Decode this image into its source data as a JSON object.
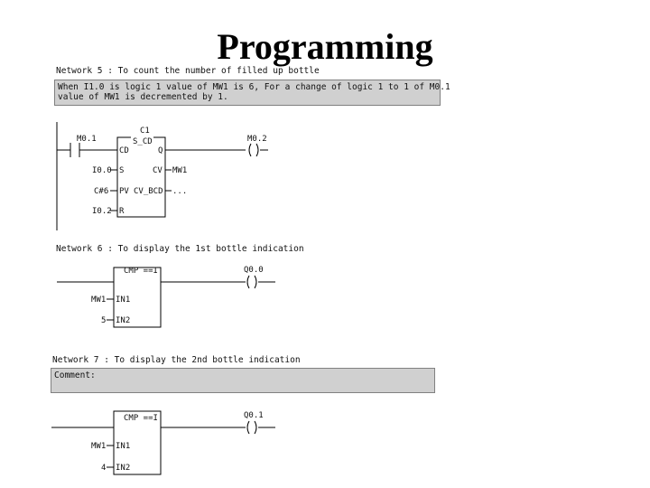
{
  "slide": {
    "title": "Programming"
  },
  "network5": {
    "header": "Network 5 : To count the number of filled up bottle",
    "comment_lines": [
      "When I1.0 is logic 1 value of MW1 is 6, For a change of logic 1 to 1 of M0.1",
      "value of MW1 is decremented by 1."
    ],
    "counter_name": "C1",
    "counter_type": "S_CD",
    "contact_address": "M0.1",
    "pin_cd": "CD",
    "pin_s": "S",
    "pin_pv": "PV",
    "pin_r": "R",
    "pin_q": "Q",
    "pin_cv": "CV",
    "pin_cv_bcd": "CV_BCD",
    "input_s": "I0.0",
    "input_pv": "C#6",
    "input_r": "I0.2",
    "output_cv": "MW1",
    "output_cv_bcd": "...",
    "coil_address": "M0.2"
  },
  "network6": {
    "header": "Network 6 : To display the 1st bottle indication",
    "block_type": "CMP ==I",
    "pin_in1": "IN1",
    "pin_in2": "IN2",
    "input_in1": "MW1",
    "input_in2": "5",
    "coil_address": "Q0.0"
  },
  "network7": {
    "header": "Network 7 : To display the 2nd bottle indication",
    "comment_label": "Comment:",
    "block_type": "CMP ==I",
    "pin_in1": "IN1",
    "pin_in2": "IN2",
    "input_in1": "MW1",
    "input_in2": "4",
    "coil_address": "Q0.1"
  }
}
